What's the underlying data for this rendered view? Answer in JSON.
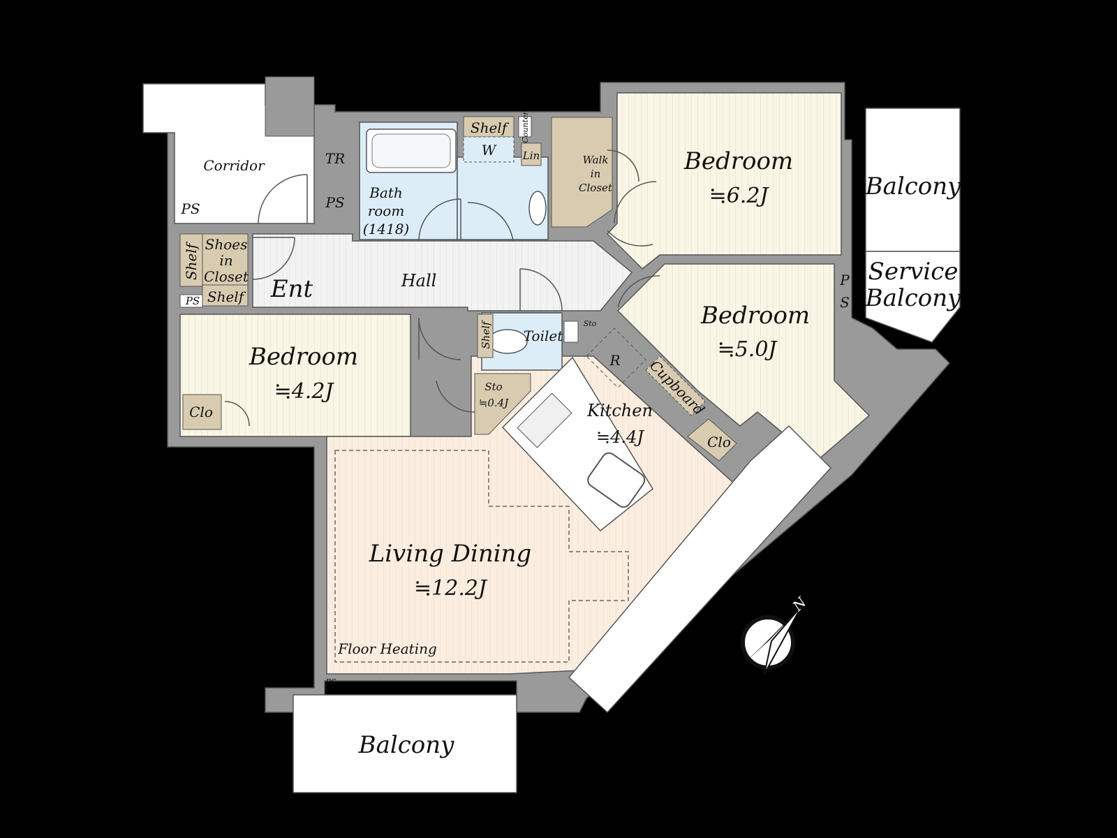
{
  "rooms": {
    "bedroom_top": {
      "name": "Bedroom",
      "area": "≒6.2J"
    },
    "bedroom_right": {
      "name": "Bedroom",
      "area": "≒5.0J"
    },
    "bedroom_left": {
      "name": "Bedroom",
      "area": "≒4.2J"
    },
    "living": {
      "name": "Living Dining",
      "area": "≒12.2J"
    },
    "kitchen": {
      "name": "Kitchen",
      "area": "≒4.4J"
    },
    "bath": {
      "line1": "Bath",
      "line2": "room",
      "line3": "(1418)"
    },
    "balcony_right": "Balcony",
    "service_balcony": {
      "line1": "Service",
      "line2": "Balcony"
    },
    "balcony_bottom": "Balcony",
    "corridor": "Corridor",
    "hall": "Hall",
    "ent": "Ent",
    "toilet": "Toilet",
    "floor_heating": "Floor Heating"
  },
  "fixtures": {
    "tr": "TR",
    "ps1": "PS",
    "ps2": "PS",
    "ps3": "PS",
    "ps4": "PS",
    "ps_v1": "P",
    "ps_v2": "S",
    "shelf_top": "Shelf",
    "w": "W",
    "counter": "Counter",
    "lin": "Lin",
    "walk_in": {
      "line1": "Walk",
      "line2": "in",
      "line3": "Closet"
    },
    "shoes": {
      "line1": "Shoes",
      "line2": "in",
      "line3": "Closet"
    },
    "shelf_side": "Shelf",
    "shelf_bottom": "Shelf",
    "shelf_toilet": "Shelf",
    "sto_small": "Sto",
    "sto": {
      "line1": "Sto",
      "line2": "≒0.4J"
    },
    "clo_left": "Clo",
    "clo_right": "Clo",
    "r": "R",
    "cupboard": "Cupboard",
    "compass": "N"
  },
  "colors": {
    "background": "#000000",
    "wall": "#9a9a9a",
    "floor_wood": "#faf6e6",
    "living_wood": "#fbeee0",
    "wet_area": "#dcedf8",
    "storage": "#d8cbb0",
    "white_area": "#ffffff"
  }
}
